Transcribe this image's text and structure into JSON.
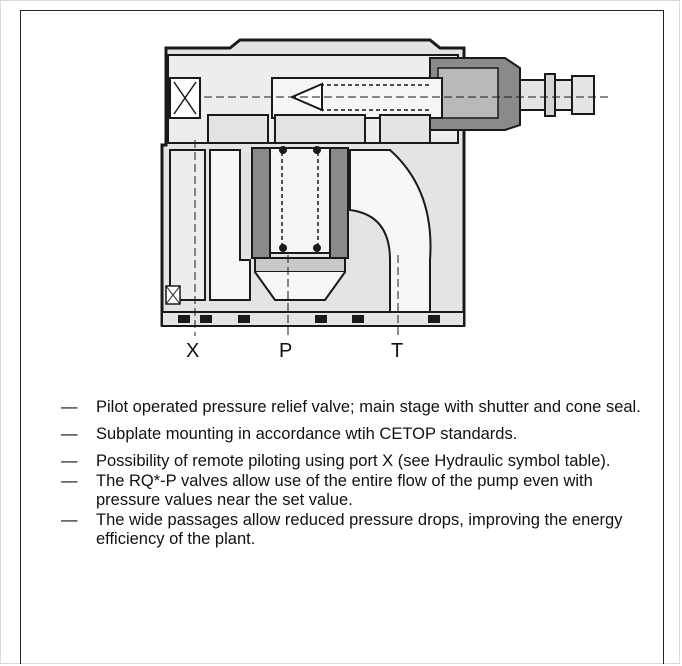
{
  "ports": {
    "x": "X",
    "p": "P",
    "t": "T"
  },
  "dash": "—",
  "bullets": [
    "Pilot operated pressure relief valve; main stage with shutter and cone seal.",
    "Subplate mounting in accordance wtih CETOP standards.",
    "Possibility of remote piloting using port X (see Hydraulic symbol table).",
    "The RQ*-P valves allow use of the entire flow of the pump even with pressure values near the set value.",
    "The wide passages allow reduced pressure drops, improving the energy efficiency of the plant."
  ],
  "colors": {
    "body": "#e4e4e4",
    "dark": "#7a7a7a",
    "line": "#1a1a1a"
  }
}
